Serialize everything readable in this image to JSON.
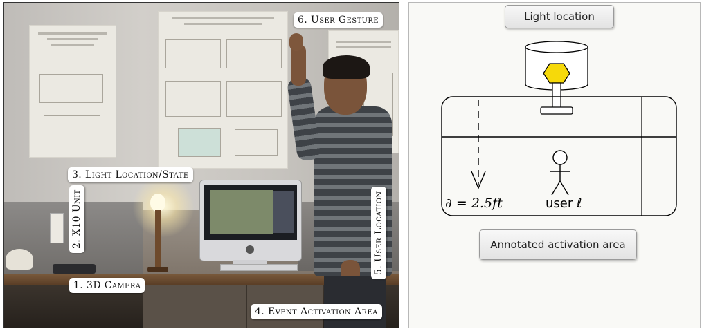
{
  "photo": {
    "labels": {
      "user_gesture": "6. User Gesture",
      "light_location_state": "3. Light Location/State",
      "x10_unit": "2. X10 Unit",
      "camera_3d": "1. 3D Camera",
      "user_location": "5. User Location",
      "event_activation_area": "4. Event Activation Area"
    }
  },
  "diagram": {
    "light_location": "Light location",
    "annotated_activation_area": "Annotated activation area",
    "distance_formula": "∂ = 2.5ft",
    "user_label": "user ℓ",
    "colors": {
      "bulb": "#f6d90a",
      "line": "#000000"
    }
  }
}
